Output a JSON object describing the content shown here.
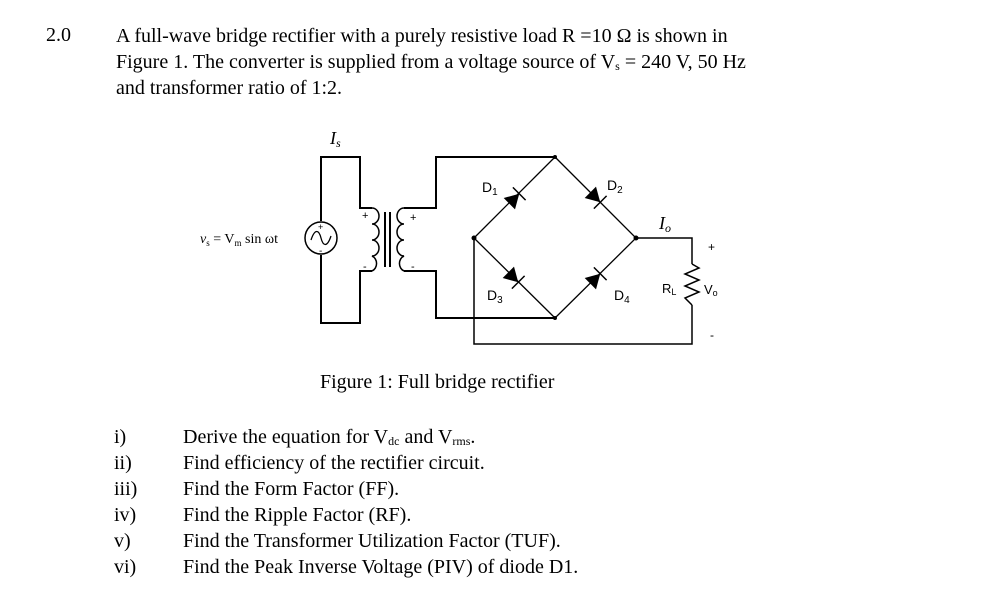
{
  "question": {
    "number": "2.0",
    "text_line1": "A full-wave bridge rectifier with a purely resistive load R =10 Ω is shown in",
    "text_line2_pre": "Figure 1. The converter is supplied from a voltage source of V",
    "text_line2_sub": "s",
    "text_line2_post": " = 240 V, 50 Hz",
    "text_line3": "and transformer ratio of 1:2."
  },
  "figure": {
    "source_label_v": "v",
    "source_label_sub": "s",
    "source_label_rest": " = V",
    "source_label_m": "m",
    "source_label_tail": " sin ωt",
    "source_plus": "+",
    "source_minus": "-",
    "primary_current": "I",
    "primary_current_sub": "s",
    "primary_plus": "+",
    "primary_minus": "-",
    "secondary_plus": "+",
    "secondary_minus": "-",
    "diodes": [
      {
        "name": "D",
        "sub": "1"
      },
      {
        "name": "D",
        "sub": "2"
      },
      {
        "name": "D",
        "sub": "3"
      },
      {
        "name": "D",
        "sub": "4"
      }
    ],
    "output_current": "I",
    "output_current_sub": "o",
    "load_label": "R",
    "load_label_sub": "L",
    "output_voltage": "V",
    "output_voltage_sub": "o",
    "output_plus": "+",
    "output_minus": "-",
    "caption": "Figure 1: Full bridge rectifier"
  },
  "tasks": [
    {
      "num": "i)",
      "pre": "Derive the equation for V",
      "sub1": "dc",
      "mid": " and V",
      "sub2": "rms",
      "post": "."
    },
    {
      "num": "ii)",
      "text": "Find efficiency of the rectifier circuit."
    },
    {
      "num": "iii)",
      "text": "Find the Form Factor (FF)."
    },
    {
      "num": "iv)",
      "text": "Find the Ripple Factor (RF)."
    },
    {
      "num": "v)",
      "text": "Find the Transformer Utilization Factor (TUF)."
    },
    {
      "num": "vi)",
      "text": "Find the Peak Inverse Voltage (PIV) of diode D1."
    }
  ]
}
